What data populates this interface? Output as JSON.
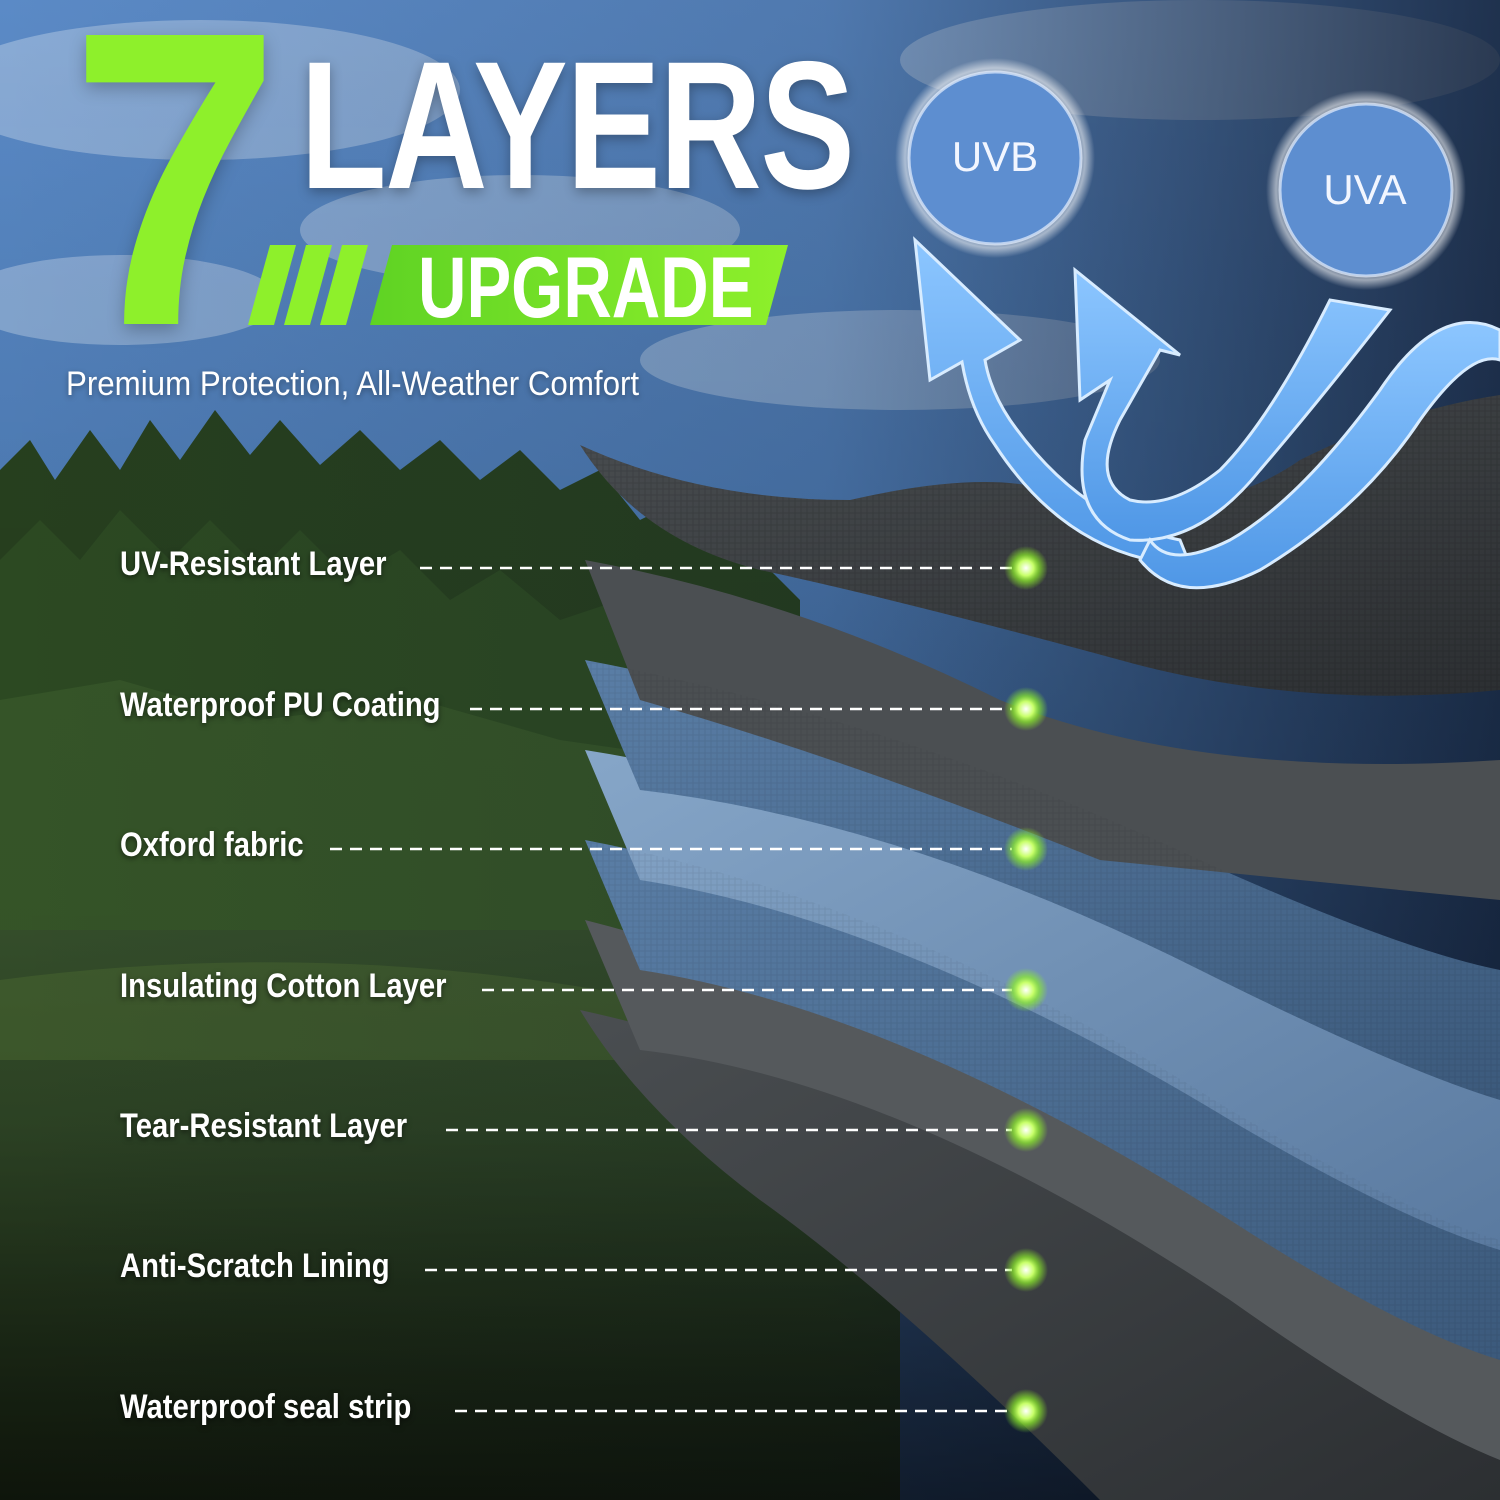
{
  "headline": {
    "number": "7",
    "word": "LAYERS",
    "badge": "UPGRADE"
  },
  "tagline": "Premium Protection, All-Weather Comfort",
  "uv_circles": [
    {
      "label": "UVB"
    },
    {
      "label": "UVA"
    }
  ],
  "layers": [
    {
      "label": "UV-Resistant Layer"
    },
    {
      "label": "Waterproof PU Coating"
    },
    {
      "label": "Oxford fabric"
    },
    {
      "label": "Insulating Cotton Layer"
    },
    {
      "label": "Tear-Resistant Layer"
    },
    {
      "label": "Anti-Scratch Lining"
    },
    {
      "label": "Waterproof seal strip"
    }
  ],
  "colors": {
    "accent_green": "#8ef02b",
    "sky_blue": "#5d8ed0",
    "arrow_blue": "#6fb0f0",
    "layer_dark": "#3c3f42",
    "layer_blue": "#4f7094",
    "layer_light_blue": "#7495b8"
  }
}
